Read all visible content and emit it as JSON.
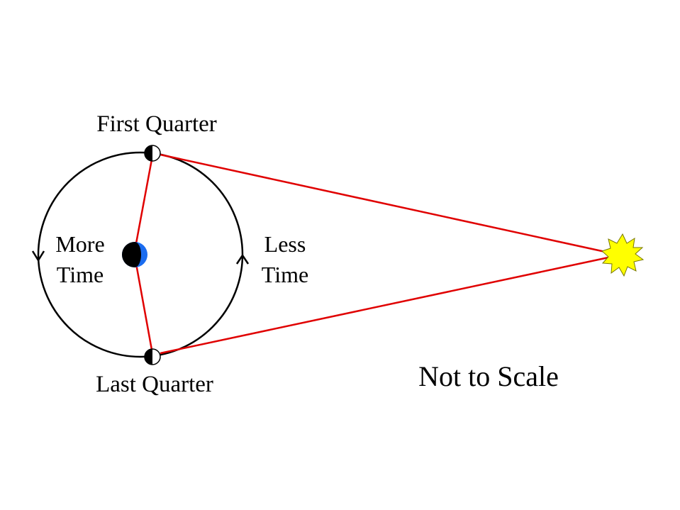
{
  "labels": {
    "first_quarter": "First Quarter",
    "last_quarter": "Last Quarter",
    "more_time_line1": "More",
    "more_time_line2": "Time",
    "less_time_line1": "Less",
    "less_time_line2": "Time",
    "scale_note": "Not to Scale"
  },
  "colors": {
    "background": "#ffffff",
    "orbit": "#000000",
    "sight_lines": "#e00000",
    "sun": "#ffff00",
    "earth_day": "#1a6cf0",
    "earth_night": "#000000",
    "moon_dark": "#000000",
    "moon_lit": "#ffffff"
  },
  "icons": {
    "sun": "sun-icon",
    "earth": "earth-icon",
    "moon_first_quarter": "half-moon-icon",
    "moon_last_quarter": "half-moon-icon",
    "orbit_arrow_left": "chevron-down-icon",
    "orbit_arrow_right": "chevron-up-icon"
  }
}
